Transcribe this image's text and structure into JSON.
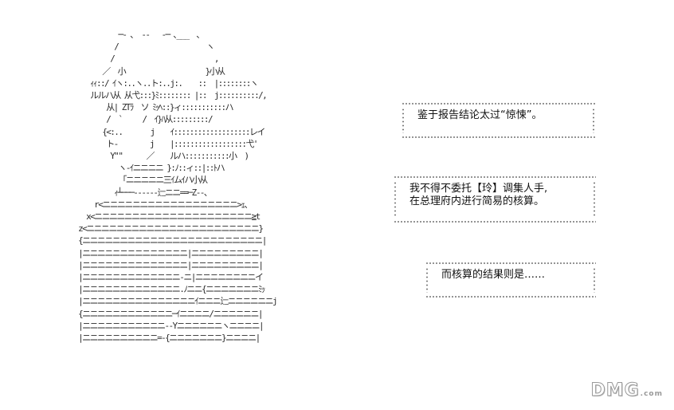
{
  "art": {
    "lines": [
      "              ─‐ ､  -‐   ‐─ ､___  ､",
      "             /                      ヽ",
      "            /                         ,",
      "          ／  小                    }小从",
      "       ｨｨ::/ ｲヽ:..ヽ..ト:..j:.    ::  |::::::::ヽ",
      "       ルルハ从 从弋:::}ﾐ:::::::: |::  j::::::::::/,",
      "           从| ZTﾗ  ソ ﾐｯﾍ::}ィ:::::::::::ハ",
      "           /  `     /  ｲ}ﾊ从:::::::::/",
      "          {<:..       j    ｲ:::::::::::::::::::レイ",
      "           ト‐        j    |::::::::::::::::::弋'",
      "            Y\"\"      ／    ルハ:::::::::::小  )",
      "              ヽ‐ｲニニニニ }:ﾉ::ィ::|::ﾄハ",
      "              「ニニニニニ三ｲムｲハ小从",
      "             ｨ┴───‐‐‐‐‐‐辷ニニ==─Z‐-、",
      "        r<ニニニニニニニニニニニニニニニニニニ>ｪ、",
      "      x<ニニニニニニニニニニニニニニニニニニニニニ≧t",
      "    z<ニニニニニニニニニニニニニニニニニニニニニニニ}",
      "    {ニニニニニニニニニニニニニニニニニニニニニニニニ|",
      "    |ニニニニニニニニニニニニニニ|ニニニニニニニニニ|",
      "    |ニニニニニニニニニニニニニニ|ニニニニニニニニニ|",
      "    |ニニニニニニニニニニニニニ-ニ|ニニニニニニニニイ",
      "    |ニニニニニニニニニニニニニ.ﾉニニ{ニニニニニニニﾐｯ",
      "    |ニニニニニニニニニニニニニニニｲニニニ辷ニニニニニニj",
      "    {ニニニニニニニニニニニニ─ｲニニニニ/ニニニニニニ|",
      "    |ニニニニニニニニニニニ-‐Yニニニニニニヽニニニニ|",
      "    |ニニニニニニニニニニ=‐{ニニニニニニニ}ニニニニ|"
    ]
  },
  "bubbles": [
    {
      "lines": [
        "鉴于报告结论太过“惊悚”。"
      ]
    },
    {
      "lines": [
        "我不得不委托【玲】调集人手,",
        "在总理府内进行简易的核算。"
      ]
    },
    {
      "lines": [
        "而核算的结果则是……"
      ]
    }
  ],
  "watermark": {
    "text": "DMG",
    "suffix": ".com"
  }
}
